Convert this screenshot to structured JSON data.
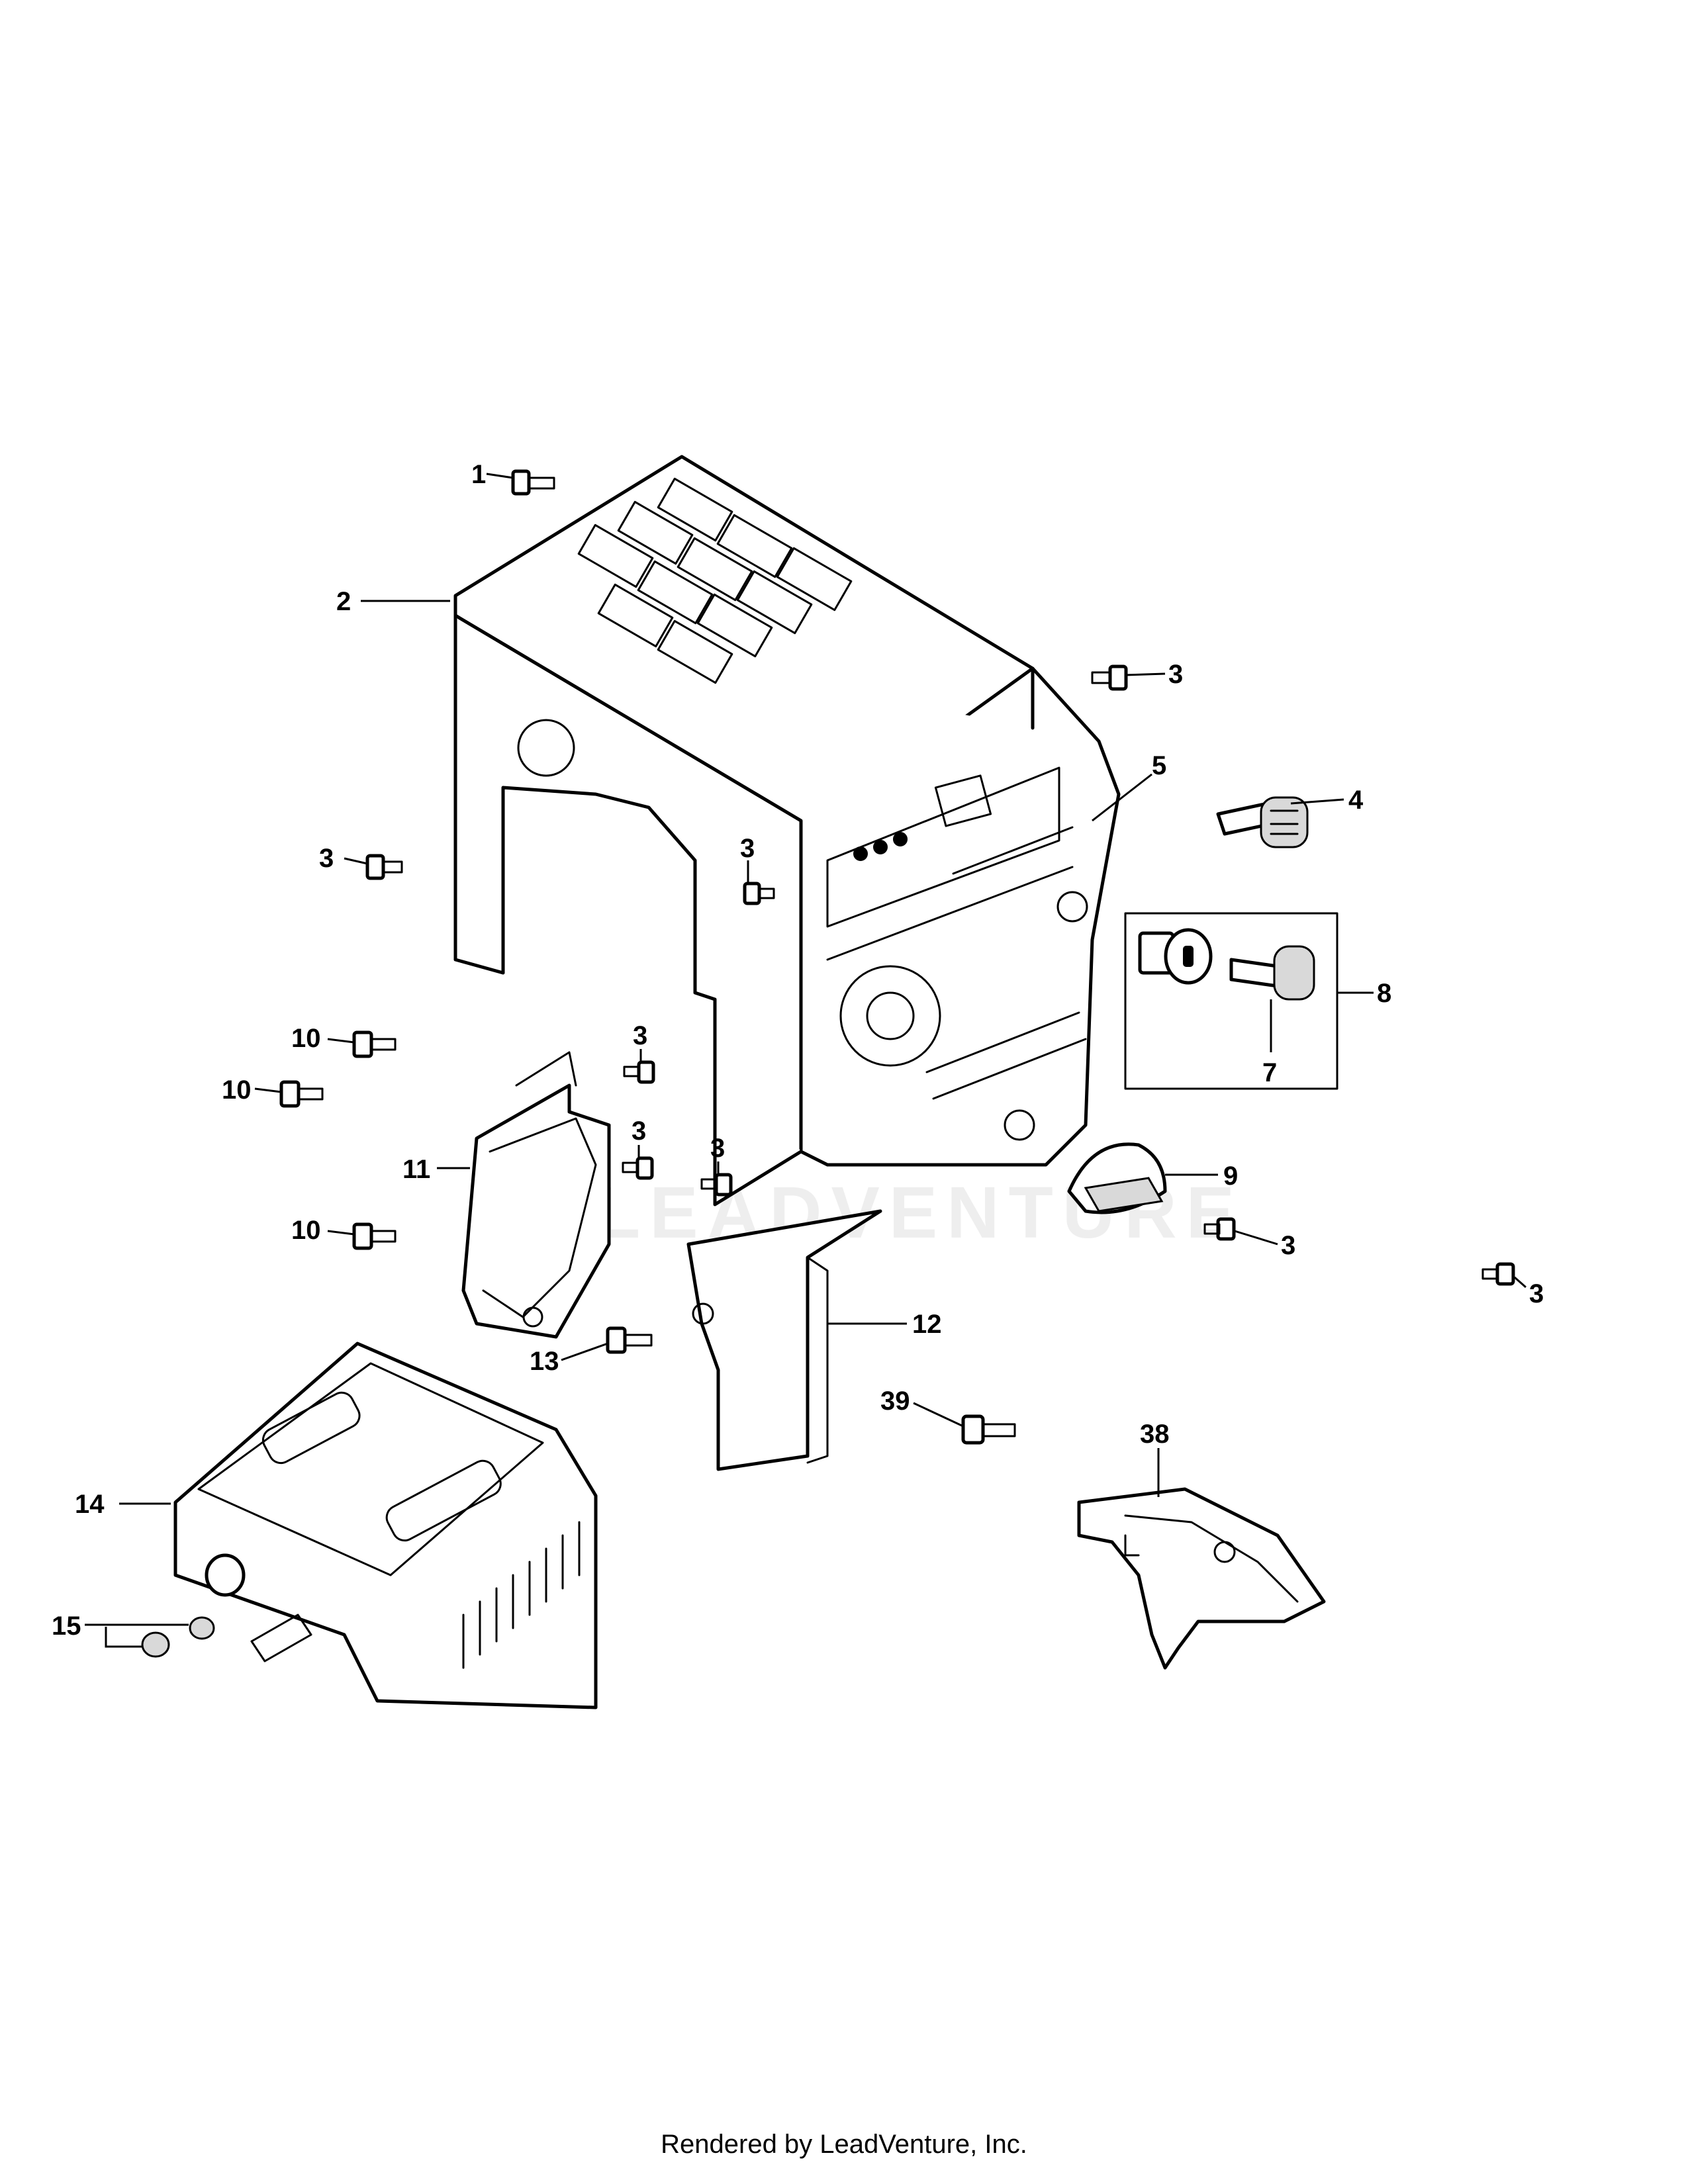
{
  "watermark": "LEADVENTURE",
  "footer": "Rendered by LeadVenture, Inc.",
  "callouts": {
    "c1": "1",
    "c2": "2",
    "c3a": "3",
    "c3b": "3",
    "c3c": "3",
    "c3d": "3",
    "c3e": "3",
    "c3f": "3",
    "c3g": "3",
    "c3h": "3",
    "c4": "4",
    "c5": "5",
    "c7": "7",
    "c8": "8",
    "c9": "9",
    "c10a": "10",
    "c10b": "10",
    "c10c": "10",
    "c11": "11",
    "c12": "12",
    "c13": "13",
    "c14": "14",
    "c15": "15",
    "c38": "38",
    "c39": "39"
  }
}
